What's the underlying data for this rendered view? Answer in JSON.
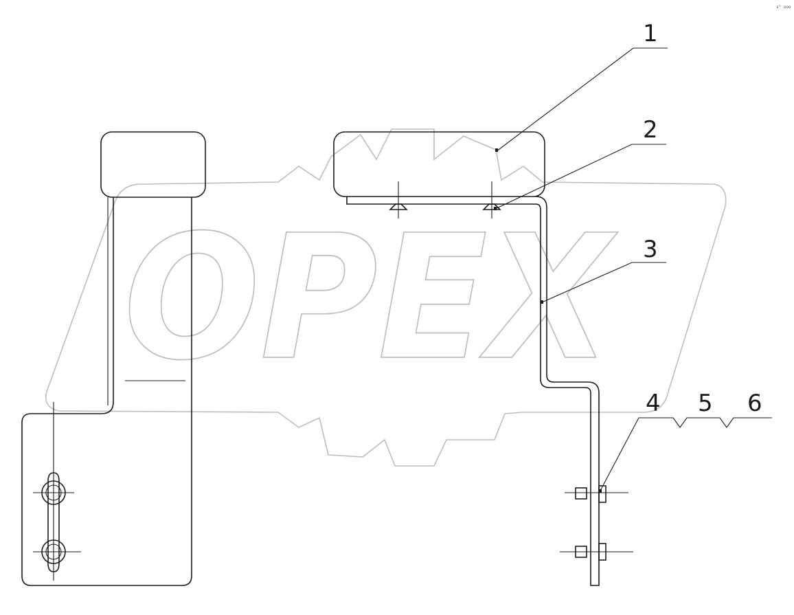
{
  "watermark": {
    "text": "OPEX"
  },
  "corner_mark": "s° ooo",
  "callouts": [
    {
      "label": "1"
    },
    {
      "label": "2"
    },
    {
      "label": "3"
    },
    {
      "label": "4"
    },
    {
      "label": "5"
    },
    {
      "label": "6"
    }
  ]
}
